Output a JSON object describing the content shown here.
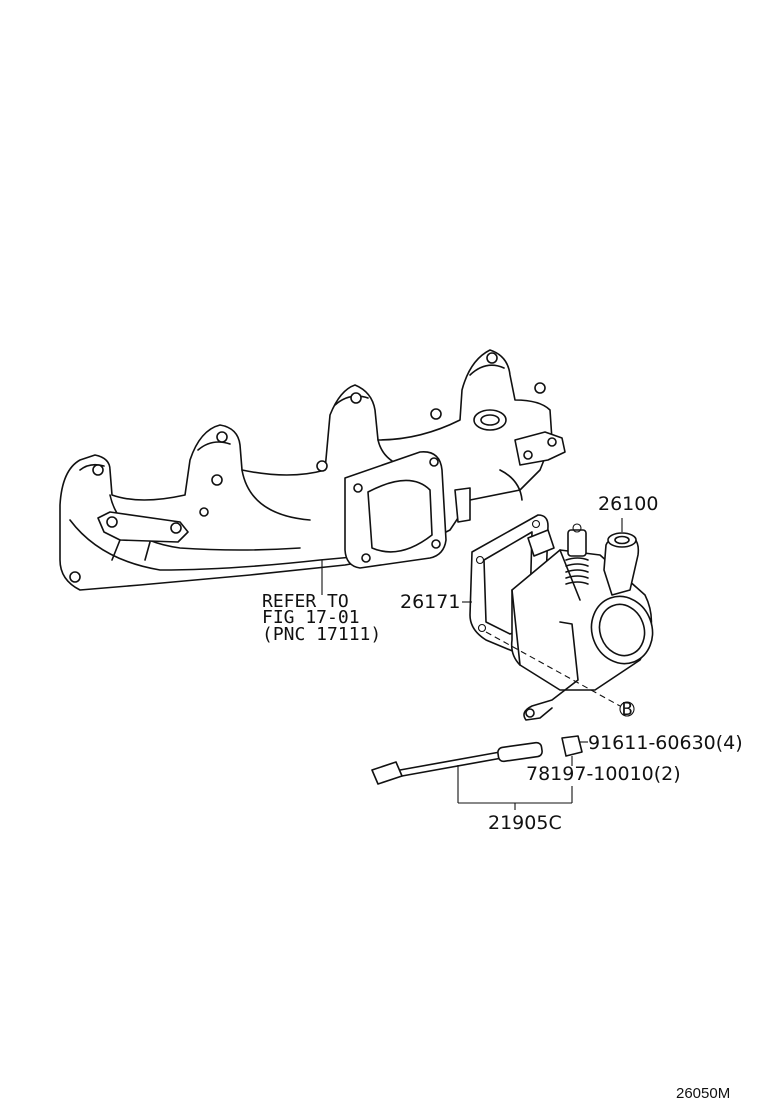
{
  "labels": {
    "thermostat_housing": "26100",
    "gasket": "26171",
    "bolt": "91611-60630(4)",
    "grommet": "78197-10010(2)",
    "assembly": "21905C",
    "refer_line1": "REFER TO",
    "refer_line2": "FIG 17-01",
    "refer_line3": "(PNC 17111)",
    "callout_b": "B"
  },
  "footer": {
    "diagram_code": "26050M"
  }
}
